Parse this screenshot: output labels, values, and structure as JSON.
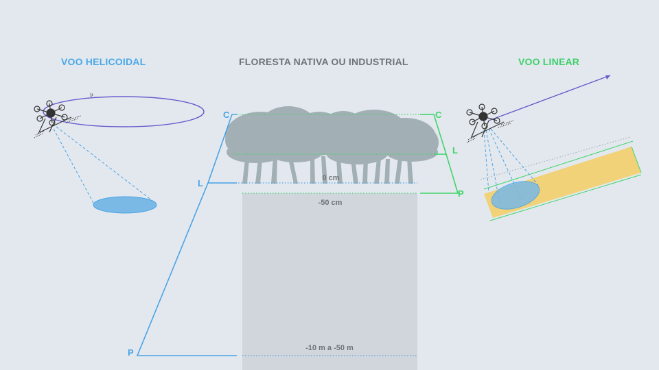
{
  "titles": {
    "helical": "VOO HELICOIDAL",
    "forest": "FLORESTA NATIVA OU INDUSTRIAL",
    "linear": "VOO LINEAR"
  },
  "depth_labels": {
    "surface": "0 cm",
    "shallow": "-50 cm",
    "deep": "-10 m a -50 m"
  },
  "blue_scale": {
    "top": "C",
    "middle": "L",
    "bottom": "P"
  },
  "green_scale": {
    "top": "C",
    "middle": "L",
    "bottom": "P"
  },
  "orbit_marker": "ν",
  "colors": {
    "background": "#e3e8ee",
    "helical_title": "#4aa8e8",
    "forest_title": "#6f7377",
    "linear_title": "#3ecf6a",
    "blue_scale": "#4aa3e6",
    "green_scale": "#3fd46a",
    "trees": "#a2b0b6",
    "soil": "#d0d6dc",
    "orbit": "#6a5acd",
    "swath": "#f2cf6a",
    "footprint": "#7ab9e6"
  }
}
